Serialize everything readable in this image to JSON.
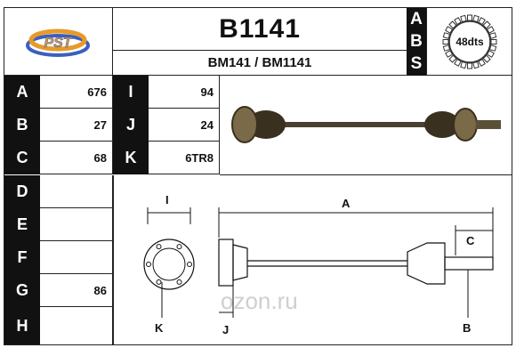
{
  "header": {
    "part_number": "B1141",
    "cross_reference": "BM141 / BM1141",
    "abs_letters": [
      "A",
      "B",
      "S"
    ],
    "teeth_badge": "48dts"
  },
  "brand": {
    "logo_colors": {
      "orange": "#e79a2a",
      "blue": "#3b5fc0"
    }
  },
  "specs": {
    "left": [
      {
        "letter": "A",
        "value": "676"
      },
      {
        "letter": "B",
        "value": "27"
      },
      {
        "letter": "C",
        "value": "68"
      },
      {
        "letter": "D",
        "value": ""
      },
      {
        "letter": "E",
        "value": ""
      },
      {
        "letter": "F",
        "value": ""
      },
      {
        "letter": "G",
        "value": "86"
      },
      {
        "letter": "H",
        "value": ""
      }
    ],
    "right": [
      {
        "letter": "I",
        "value": "94"
      },
      {
        "letter": "J",
        "value": "24"
      },
      {
        "letter": "K",
        "value": "6TR8"
      }
    ]
  },
  "diagram": {
    "labels": {
      "a": "A",
      "b": "B",
      "c": "C",
      "i": "I",
      "j": "J",
      "k": "K"
    },
    "watermark": "ozon.ru"
  }
}
